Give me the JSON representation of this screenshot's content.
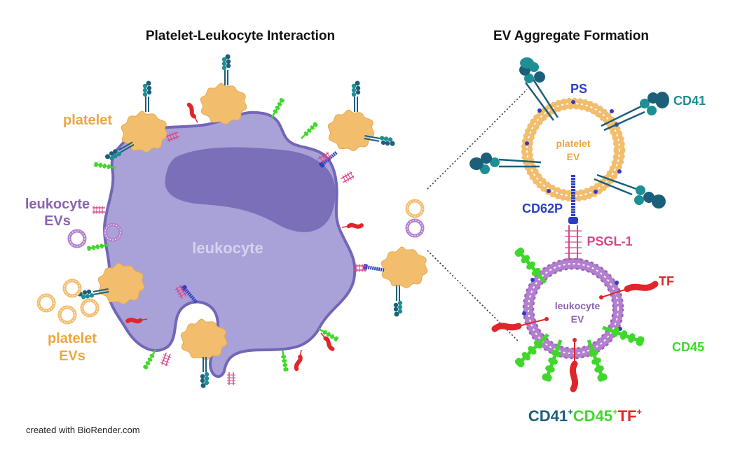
{
  "titles": {
    "left": "Platelet-Leukocyte Interaction",
    "right": "EV Aggregate Formation"
  },
  "left_labels": {
    "platelet": "platelet",
    "leukocyte_evs_line1": "leukocyte",
    "leukocyte_evs_line2": "EVs",
    "leukocyte": "leukocyte",
    "platelet_evs_line1": "platelet",
    "platelet_evs_line2": "EVs"
  },
  "right_labels": {
    "ps": "PS",
    "cd41": "CD41",
    "platelet_ev_line1": "platelet",
    "platelet_ev_line2": "EV",
    "cd62p": "CD62P",
    "psgl1": "PSGL-1",
    "tf": "TF",
    "leukocyte_ev_line1": "leukocyte",
    "leukocyte_ev_line2": "EV",
    "cd45": "CD45"
  },
  "phenotype": {
    "cd41": "CD41",
    "cd41_sup": "+",
    "cd45": "CD45",
    "cd45_sup": "+",
    "tf": "TF",
    "tf_sup": "+"
  },
  "credit": "created with BioRender.com",
  "colors": {
    "leukocyte_body": "#a8a2d8",
    "leukocyte_outline": "#7466b6",
    "nucleus": "#7a6fb8",
    "platelet": "#f3bd6e",
    "platelet_text": "#eda640",
    "leukocyte_text": "#8b62b0",
    "cd41": "#1f8f96",
    "cd41_dark": "#1b5f7a",
    "cd62p": "#2b3fc4",
    "psgl1": "#d9468a",
    "tf": "#e0262a",
    "cd45": "#3fd82a",
    "ps": "#2b3fc4"
  },
  "icons": [
    "platelet-icon",
    "leukocyte-cell-icon",
    "nucleus-icon",
    "ev-ring-icon",
    "cd41-receptor-icon",
    "cd62p-receptor-icon",
    "psgl1-ligand-icon",
    "tf-protein-icon",
    "cd45-receptor-icon"
  ]
}
